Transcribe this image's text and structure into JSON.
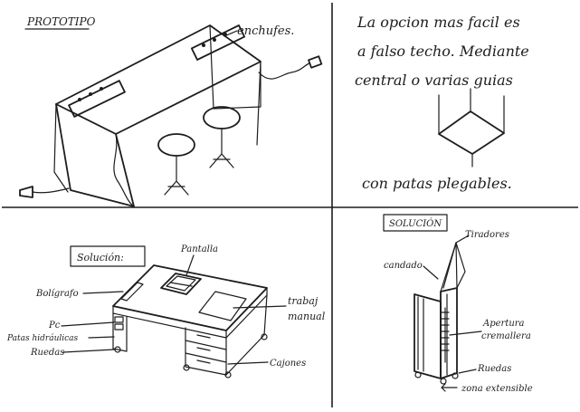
{
  "panels": {
    "top_left": {
      "title": "PROTOTIPO",
      "labels": {
        "plugs": "enchufes."
      }
    },
    "top_right": {
      "lines": [
        "La opcion mas facil es",
        "a falso techo. Mediante",
        "central o varias guias"
      ],
      "footer": "con patas plegables."
    },
    "bottom_left": {
      "title": "Solución:",
      "labels": {
        "screen": "Pantalla",
        "pens": "Bolígrafo",
        "pc": "Pc",
        "hydraulic_legs": "Patas hidráulicas",
        "wheels": "Ruedas",
        "manual_work": [
          "trabaj",
          "manual"
        ],
        "drawers": "Cajones"
      }
    },
    "bottom_right": {
      "title": "SOLUCIÓN",
      "labels": {
        "pulls": "Tiradores",
        "lock": "candado",
        "zipper_opening": [
          "Apertura",
          "cremallera"
        ],
        "wheels": "Ruedas",
        "extensible_zone": "zona extensible"
      }
    }
  }
}
